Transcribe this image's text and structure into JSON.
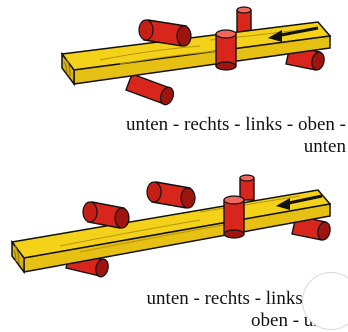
{
  "figure1": {
    "caption_line1": "unten - rechts - links - oben -",
    "caption_line2": "unten"
  },
  "figure2": {
    "caption_line1": "unten - rechts - links - obe",
    "caption_line2": "oben - unten"
  },
  "colors": {
    "wood": "#f4d21a",
    "wood_dark": "#c9a90e",
    "roller": "#d8261c",
    "roller_dark": "#9e1510",
    "outline": "#111111"
  },
  "icons": [
    "arrow-left-icon"
  ]
}
